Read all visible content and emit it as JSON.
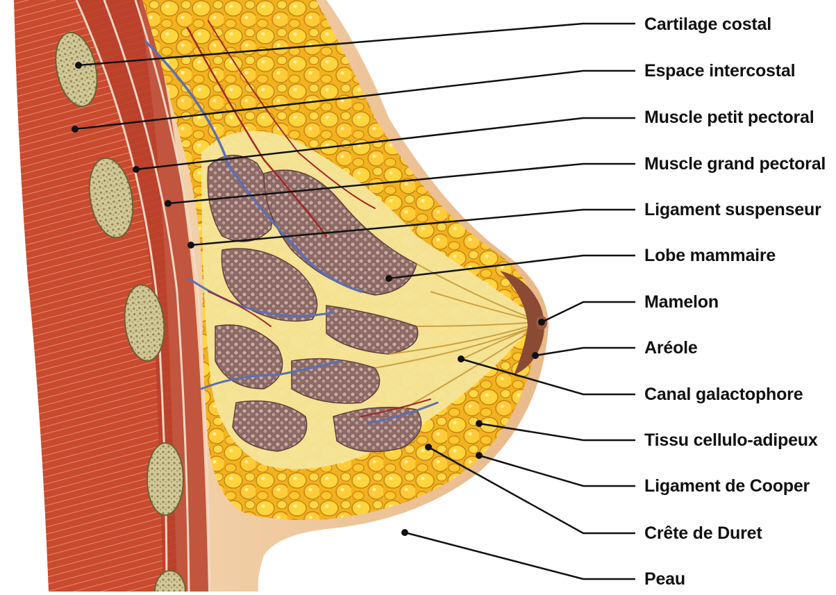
{
  "diagram": {
    "labels": [
      {
        "id": "cartilage-costal",
        "text": "Cartilage costal"
      },
      {
        "id": "espace-intercostal",
        "text": "Espace intercostal"
      },
      {
        "id": "muscle-petit-pectoral",
        "text": "Muscle petit pectoral"
      },
      {
        "id": "muscle-grand-pectoral",
        "text": "Muscle grand pectoral"
      },
      {
        "id": "ligament-suspenseur",
        "text": "Ligament suspenseur"
      },
      {
        "id": "lobe-mammaire",
        "text": "Lobe mammaire"
      },
      {
        "id": "mamelon",
        "text": "Mamelon"
      },
      {
        "id": "areole",
        "text": "Aréole"
      },
      {
        "id": "canal-galactophore",
        "text": "Canal galactophore"
      },
      {
        "id": "tissu-cellulo-adipeux",
        "text": "Tissu cellulo-adipeux"
      },
      {
        "id": "ligament-de-cooper",
        "text": "Ligament de Cooper"
      },
      {
        "id": "crete-de-duret",
        "text": "Crête de Duret"
      },
      {
        "id": "peau",
        "text": "Peau"
      }
    ]
  }
}
